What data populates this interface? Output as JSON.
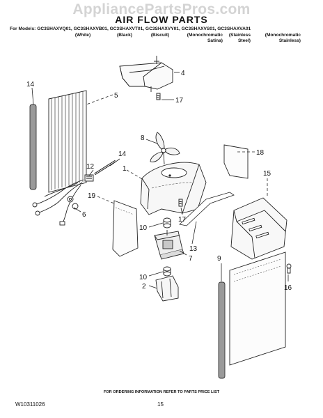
{
  "watermark": "AppliancePartsPros.com",
  "title": "AIR FLOW PARTS",
  "models_line": "For Models: GC3SHAXVQ01, GC3SHAXVB01, GC3SHAXVT01, GC3SHAXVY01, GC3SHAXVS01, GC3SHAXVA01",
  "variants": [
    {
      "line1": "(White)",
      "line2": ""
    },
    {
      "line1": "(Black)",
      "line2": ""
    },
    {
      "line1": "(Biscuit)",
      "line2": ""
    },
    {
      "line1": "(Monochromatic",
      "line2": "Satina)"
    },
    {
      "line1": "(Stainless",
      "line2": "Steel)"
    },
    {
      "line1": "(Monochromatic",
      "line2": "Stainless)"
    }
  ],
  "callouts": {
    "c1": "1",
    "c2": "2",
    "c4": "4",
    "c5": "5",
    "c6": "6",
    "c7": "7",
    "c8": "8",
    "c9": "9",
    "c10a": "10",
    "c10b": "10",
    "c12": "12",
    "c13": "13",
    "c14a": "14",
    "c14b": "14",
    "c15": "15",
    "c16": "16",
    "c17a": "17",
    "c17b": "17",
    "c18": "18",
    "c19": "19"
  },
  "footer_note": "FOR ORDERING INFORMATION REFER TO PARTS PRICE LIST",
  "doc_id": "W10311026",
  "page_number": "15"
}
